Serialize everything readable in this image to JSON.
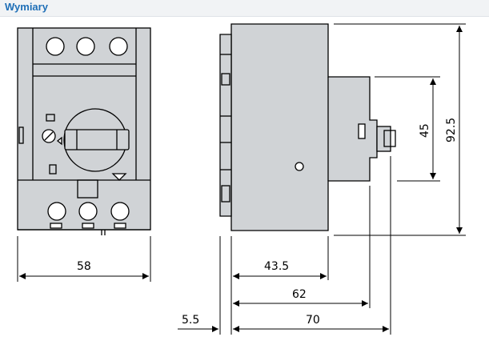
{
  "header": {
    "title": "Wymiary"
  },
  "dimensions": {
    "front_width": "58",
    "side_43_5": "43.5",
    "side_62": "62",
    "side_70": "70",
    "offset_5_5": "5.5",
    "height_45": "45",
    "height_92_5": "92.5"
  },
  "colors": {
    "header_text": "#1f6fb7",
    "device_fill": "#d0d3d6",
    "line": "#000000"
  }
}
